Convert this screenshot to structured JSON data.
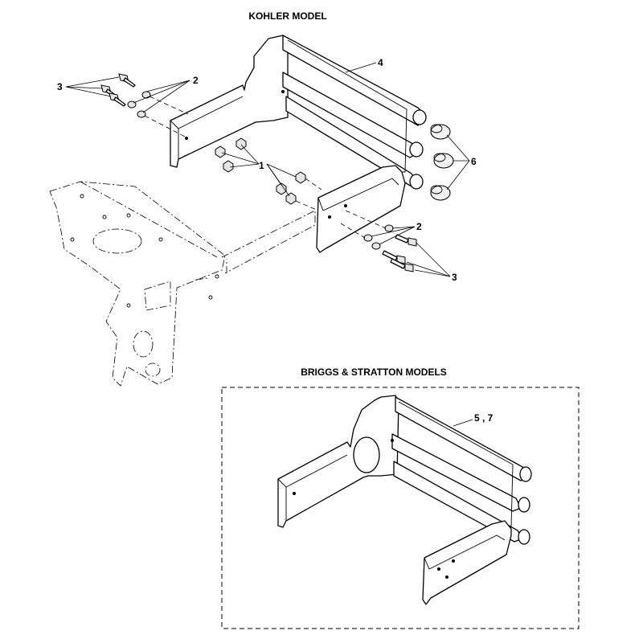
{
  "titles": {
    "kohler": "KOHLER MODEL",
    "briggs": "BRIGGS & STRATTON  MODELS"
  },
  "callouts": {
    "nut": "1",
    "washer_left": "2",
    "washer_right": "2",
    "bolt_left": "3",
    "bolt_right": "3",
    "frame_kohler": "4",
    "frame_briggs": "5 , 7",
    "caps": "6"
  }
}
